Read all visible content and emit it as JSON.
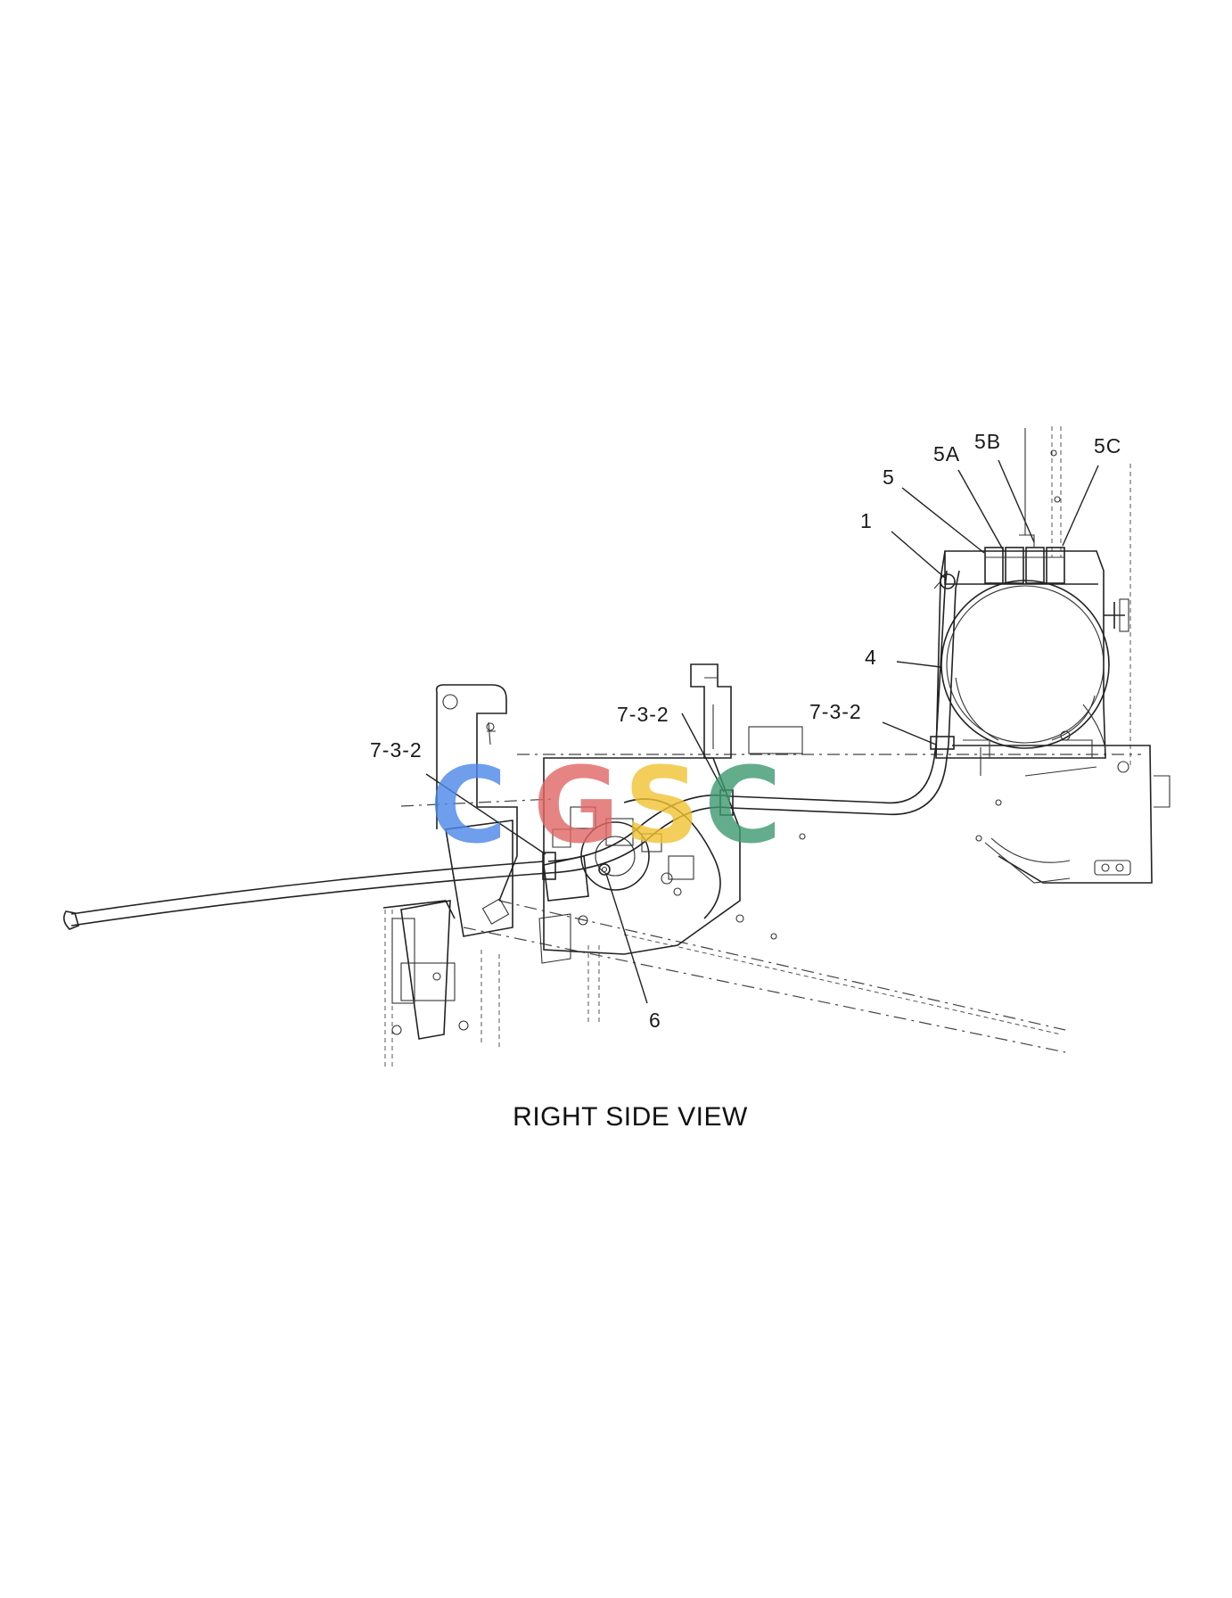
{
  "caption": "RIGHT SIDE VIEW",
  "callouts": {
    "c1": "1",
    "c4": "4",
    "c5": "5",
    "c5a": "5A",
    "c5b": "5B",
    "c5c": "5C",
    "c6": "6",
    "c732_left": "7-3-2",
    "c732_mid": "7-3-2",
    "c732_right": "7-3-2"
  },
  "watermark": {
    "letters": [
      "C",
      "G",
      "S",
      "C"
    ],
    "colors": [
      "#4a86e8",
      "#e06666",
      "#f1c232",
      "#3d9970"
    ]
  }
}
